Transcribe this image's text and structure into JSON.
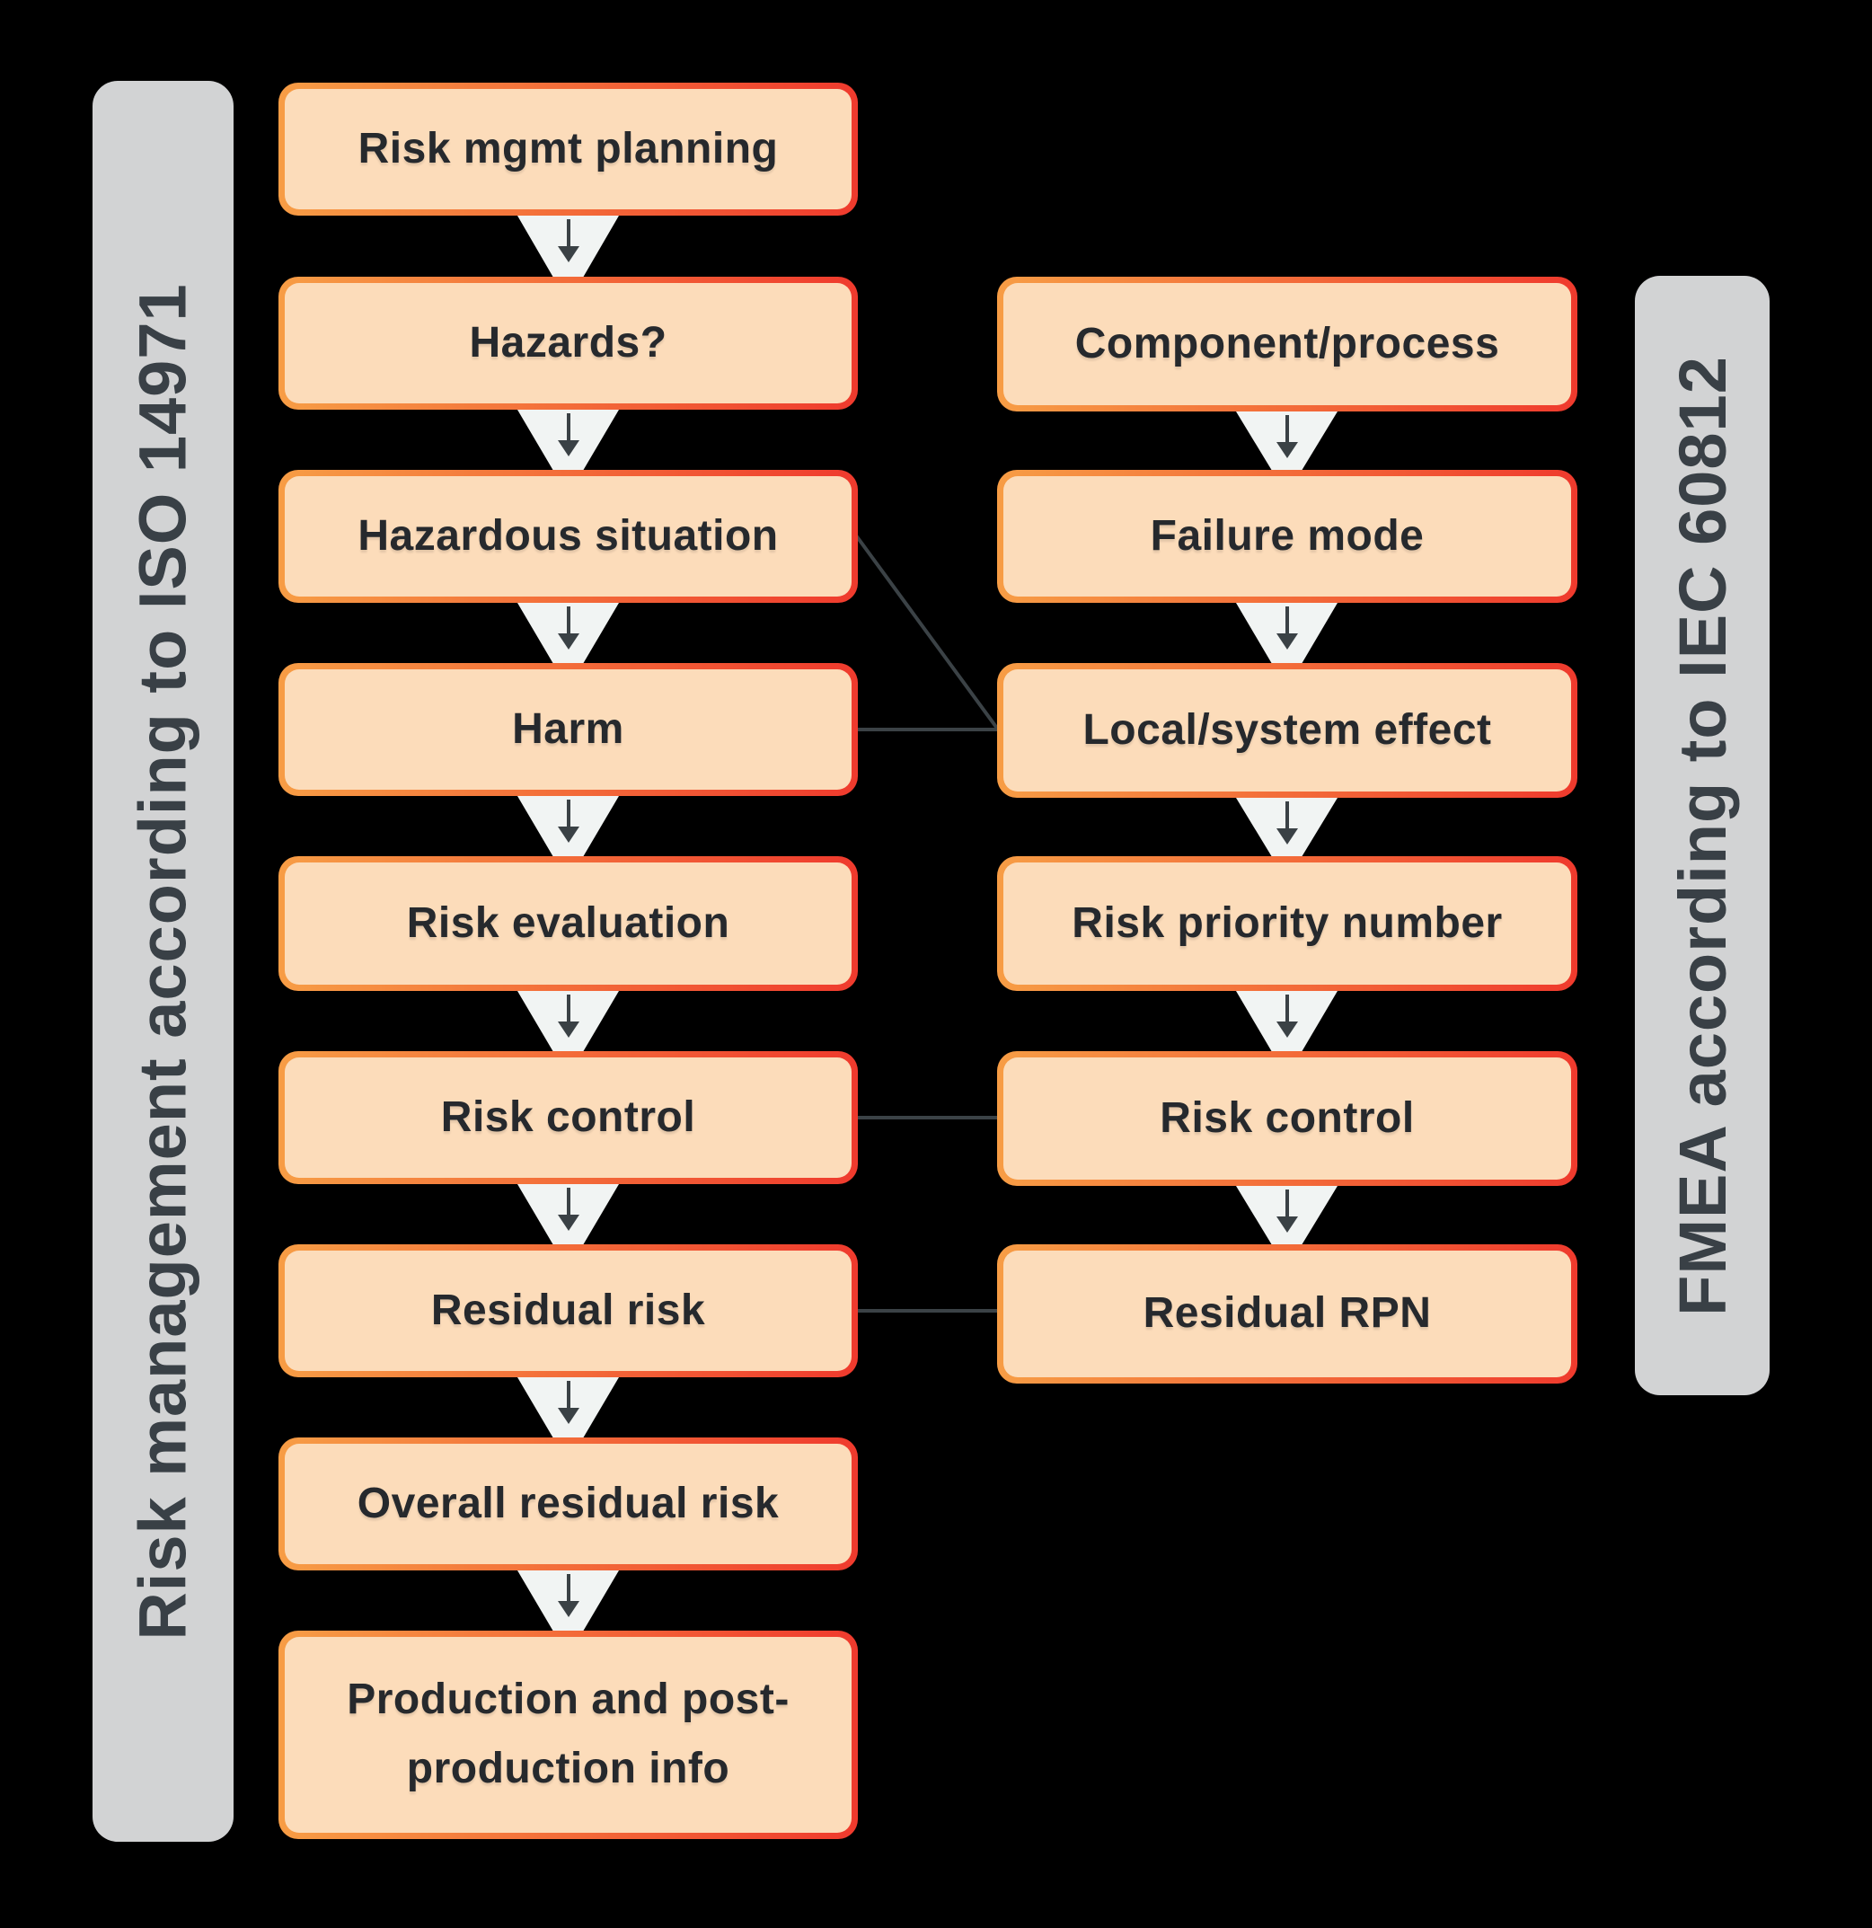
{
  "diagram": {
    "background_color": "#000000",
    "left_sidebar": {
      "label": "Risk management according to ISO 14971"
    },
    "right_sidebar": {
      "label": "FMEA according to IEC 60812"
    },
    "left_column": {
      "boxes": [
        {
          "label": "Risk mgmt planning"
        },
        {
          "label": "Hazards?"
        },
        {
          "label": "Hazardous situation"
        },
        {
          "label": "Harm"
        },
        {
          "label": "Risk evaluation"
        },
        {
          "label": "Risk control"
        },
        {
          "label": "Residual risk"
        },
        {
          "label": "Overall residual risk"
        },
        {
          "label": "Production and post-production info"
        }
      ]
    },
    "right_column": {
      "boxes": [
        {
          "label": "Component/process"
        },
        {
          "label": "Failure mode"
        },
        {
          "label": "Local/system effect"
        },
        {
          "label": "Risk priority number"
        },
        {
          "label": "Risk control"
        },
        {
          "label": "Residual RPN"
        }
      ]
    },
    "cross_links": [
      {
        "from": "Hazardous situation",
        "to": "Local/system effect",
        "shape": "diagonal"
      },
      {
        "from": "Harm",
        "to": "Local/system effect",
        "shape": "horizontal"
      },
      {
        "from": "Risk control",
        "to": "Risk control",
        "shape": "horizontal"
      },
      {
        "from": "Residual risk",
        "to": "Residual RPN",
        "shape": "horizontal"
      }
    ],
    "colors": {
      "box_fill": "#FCDCBA",
      "box_border_gradient_start": "#F79D45",
      "box_border_gradient_end": "#EF3A2D",
      "box_text": "#26292D",
      "arrow_chevron_fill": "#F1F4F3",
      "arrow_glyph": "#3A4145",
      "connector_line": "#3B4246",
      "sidebar_fill": "#D2D3D4",
      "sidebar_text": "#394046"
    }
  }
}
